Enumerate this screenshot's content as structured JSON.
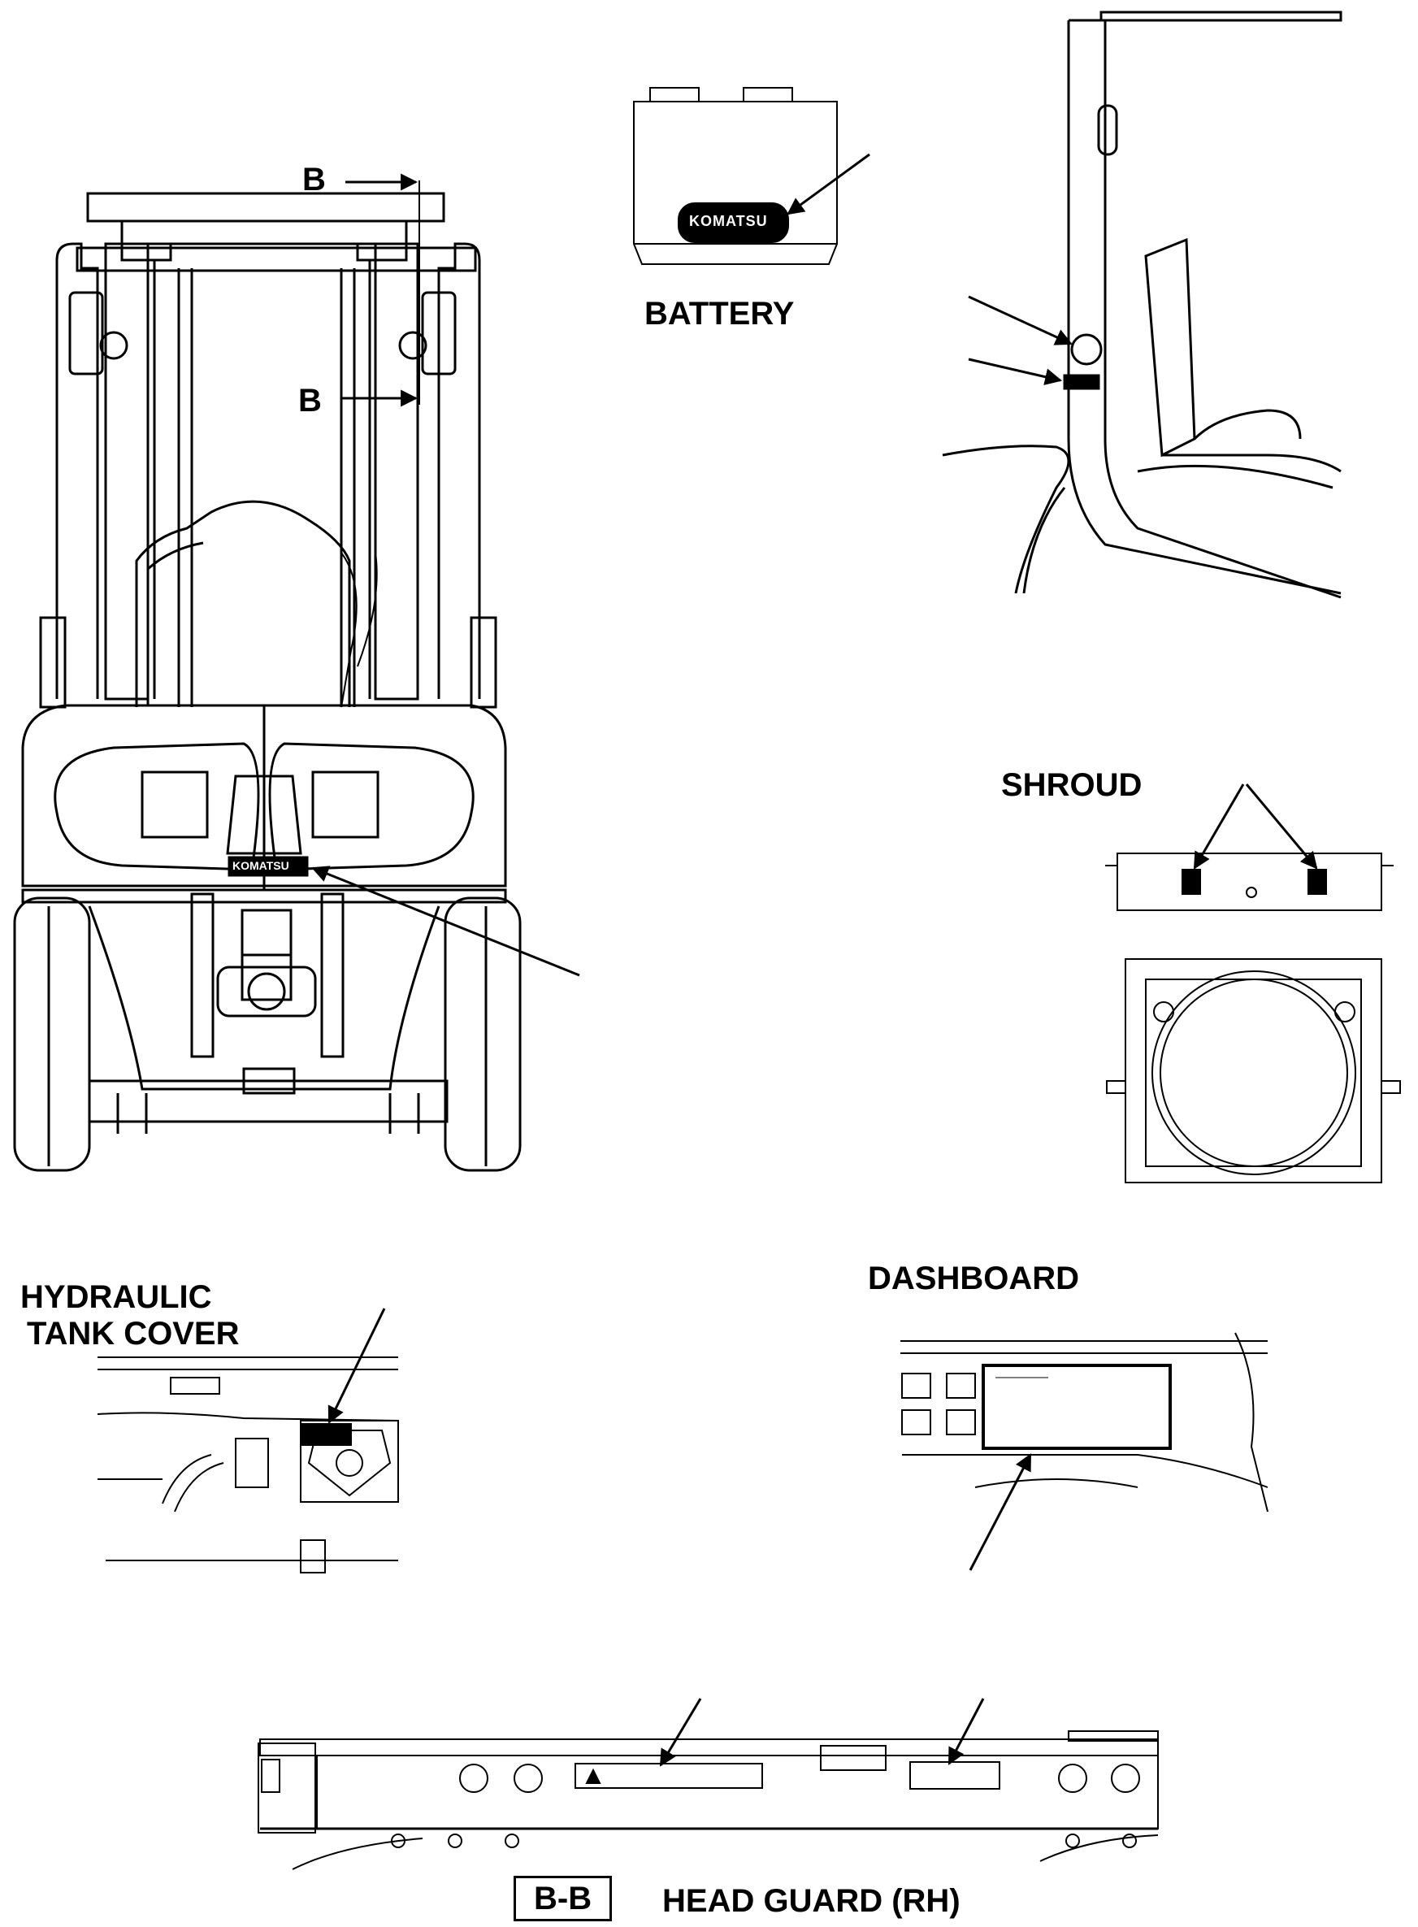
{
  "labels": {
    "section_mark_top": "B",
    "section_mark_mid": "B",
    "battery": "BATTERY",
    "battery_logo": "KOMATSU",
    "counterweight_logo": "KOMATSU",
    "shroud": "SHROUD",
    "hydraulic_line1": "HYDRAULIC",
    "hydraulic_line2": "TANK COVER",
    "dashboard": "DASHBOARD",
    "section_box": "B-B",
    "head_guard": "HEAD GUARD (RH)"
  }
}
